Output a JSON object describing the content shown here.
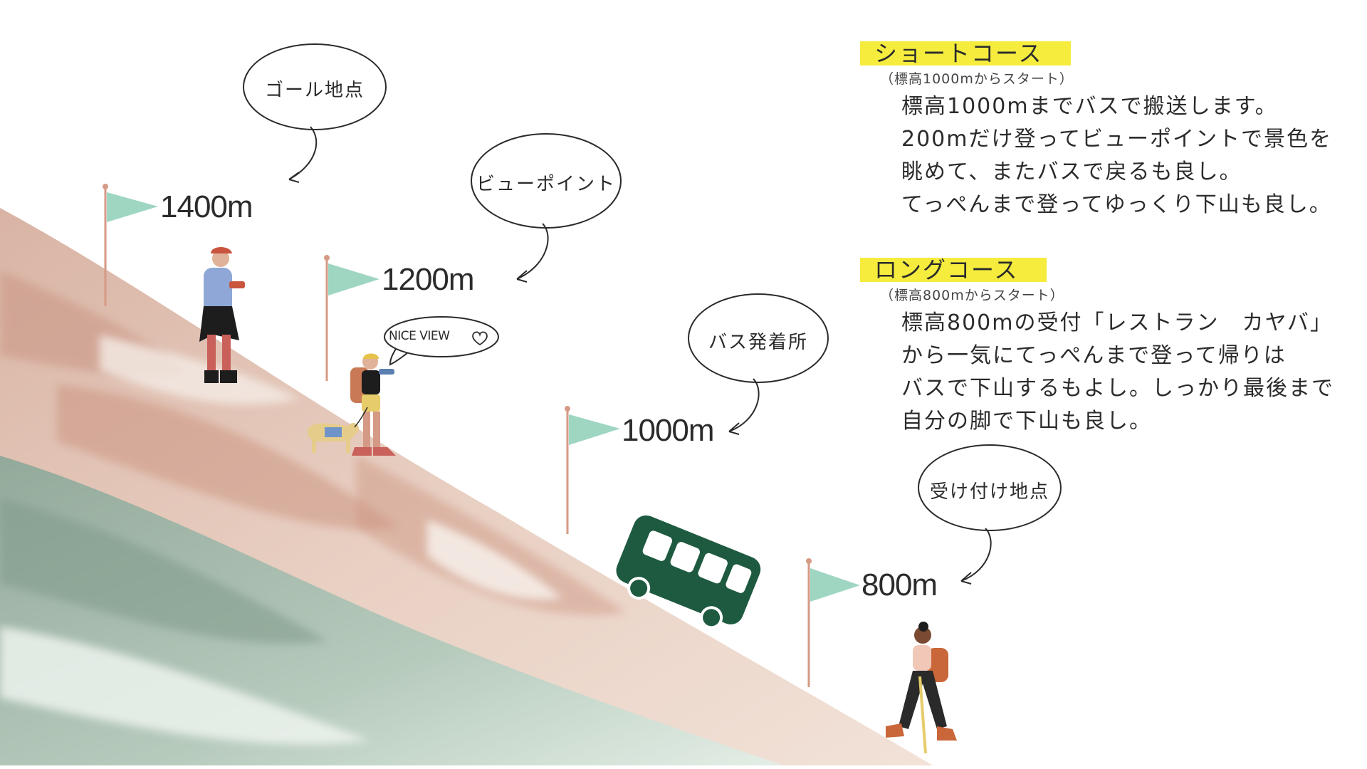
{
  "colors": {
    "flag": "#9fd6c2",
    "pole": "#d69a86",
    "bus": "#1e5a40",
    "highlight": "#f5ec3e",
    "slope_warm": "#c98b74",
    "slope_cool": "#8fa89a"
  },
  "altitudes": {
    "a1400": "1400m",
    "a1200": "1200m",
    "a1000": "1000m",
    "a800": "800m"
  },
  "bubbles": {
    "goal": "ゴール地点",
    "viewpoint": "ビューポイント",
    "bus_stop": "バス発着所",
    "reception": "受け付け地点",
    "nice_view": "NICE VIEW"
  },
  "short_course": {
    "title": "ショートコース",
    "subtitle": "（標高1000mからスタート）",
    "lines": [
      "標高1000mまでバスで搬送します。",
      "200mだけ登ってビューポイントで景色を",
      "眺めて、またバスで戻るも良し。",
      "てっぺんまで登ってゆっくり下山も良し。"
    ]
  },
  "long_course": {
    "title": "ロングコース",
    "subtitle": "（標高800mからスタート）",
    "lines": [
      "標高800mの受付「レストラン　カヤバ」",
      "から一気にてっぺんまで登って帰りは",
      "バスで下山するもよし。しっかり最後まで",
      "自分の脚で下山も良し。"
    ]
  },
  "icons": [
    "flag-icon",
    "bus-icon",
    "hiker-icon",
    "dog-icon",
    "heart-icon",
    "arrow-icon"
  ]
}
